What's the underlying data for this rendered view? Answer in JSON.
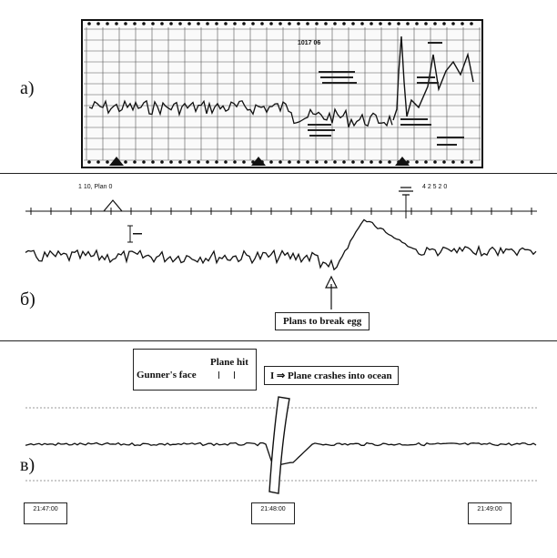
{
  "panels": {
    "a": {
      "label": "а)",
      "chart_code": "1017 06"
    },
    "b": {
      "label": "б)",
      "header_left": "1 10, Plan 0",
      "header_right": "4 2 5 2 0",
      "annotation": "Plans to break egg"
    },
    "c": {
      "label": "в)",
      "annotation_left_title": "Plane hit",
      "annotation_left_text": "Gunner's face",
      "annotation_right_text": "Plane crashes into ocean",
      "time_labels": [
        "21:47:00",
        "21:48:00",
        "21:49:00"
      ]
    }
  }
}
